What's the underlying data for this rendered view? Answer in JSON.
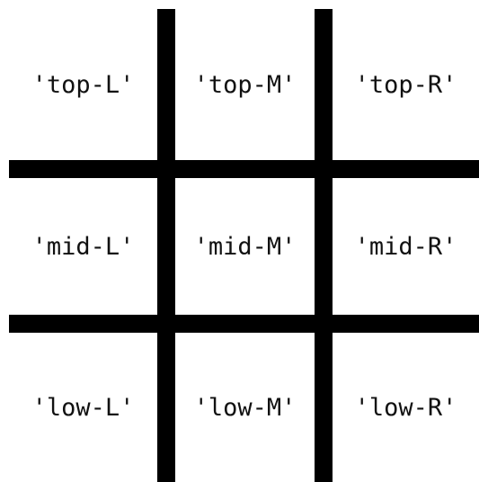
{
  "grid": {
    "rows": [
      [
        "'top-L'",
        "'top-M'",
        "'top-R'"
      ],
      [
        "'mid-L'",
        "'mid-M'",
        "'mid-R'"
      ],
      [
        "'low-L'",
        "'low-M'",
        "'low-R'"
      ]
    ]
  },
  "colors": {
    "line": "#000000",
    "background": "#ffffff",
    "text": "#111111"
  }
}
